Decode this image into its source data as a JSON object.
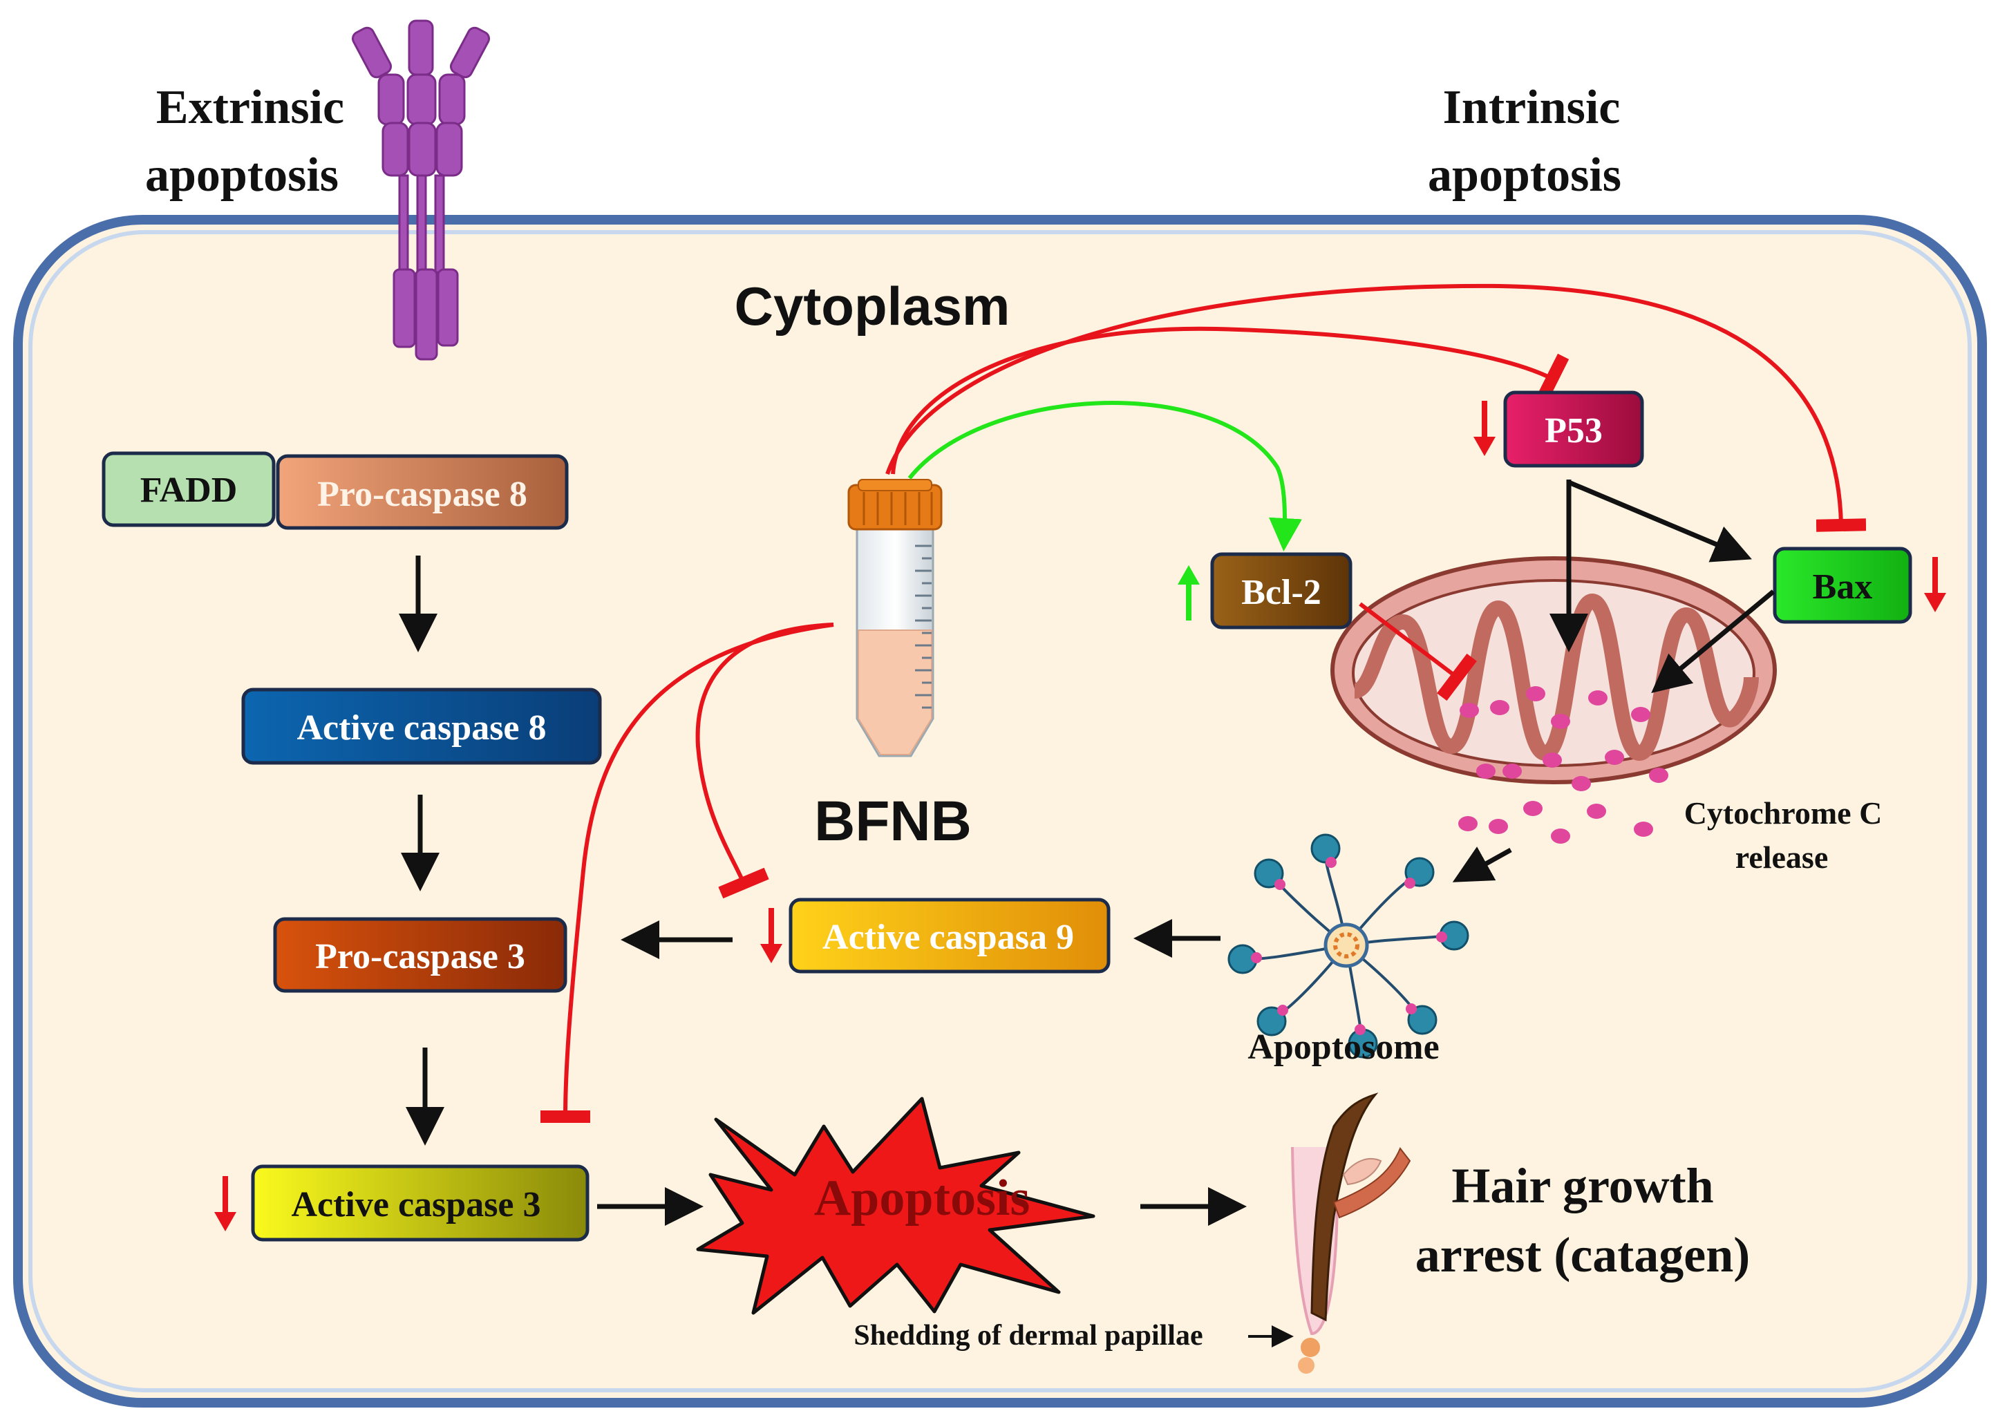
{
  "headings": {
    "extrinsic": [
      "Extrinsic",
      "apoptosis"
    ],
    "intrinsic": [
      "Intrinsic",
      "apoptosis"
    ],
    "cytoplasm": "Cytoplasm",
    "bfnb": "BFNB"
  },
  "boxes": {
    "fadd": "FADD",
    "pro_caspase_8": "Pro-caspase 8",
    "active_caspase_8": "Active caspase 8",
    "pro_caspase_3": "Pro-caspase 3",
    "active_caspase_3": "Active caspase 3",
    "active_caspasa_9": "Active caspasa 9",
    "p53": "P53",
    "bcl2": "Bcl-2",
    "bax": "Bax"
  },
  "labels": {
    "cytochrome": [
      "Cytochrome C",
      "release"
    ],
    "apoptosome": "Apoptosome",
    "apoptosis": "Apoptosis",
    "hair": [
      "Hair growth",
      "arrest (catagen)"
    ],
    "shedding": "Shedding of dermal papillae"
  },
  "colors": {
    "cell_fill": "#fdf3e0",
    "membrane": "#4a6ea9",
    "inhibit": "#e8141c",
    "activate_green": "#22e61a",
    "arrow": "#111111",
    "receptor": "#a550b4",
    "fadd": "#b6e0b0",
    "pro_caspase_8": "#e08c66",
    "active_caspase_8": "#0d5fa6",
    "pro_caspase_3": "#c3440c",
    "active_caspase_3": "#e6e61a",
    "active_caspasa_9": "#f2b510",
    "p53": "#d8185c",
    "bcl2": "#8a5212",
    "bax": "#1ed61e",
    "mitochondria": "#e6a59e",
    "cytochrome_dot": "#e0479c",
    "apoptosome": "#2a8aa8"
  },
  "regulation": {
    "p53": "down",
    "bcl2": "up",
    "bax": "down",
    "active_caspasa_9": "down",
    "active_caspase_3": "down"
  }
}
